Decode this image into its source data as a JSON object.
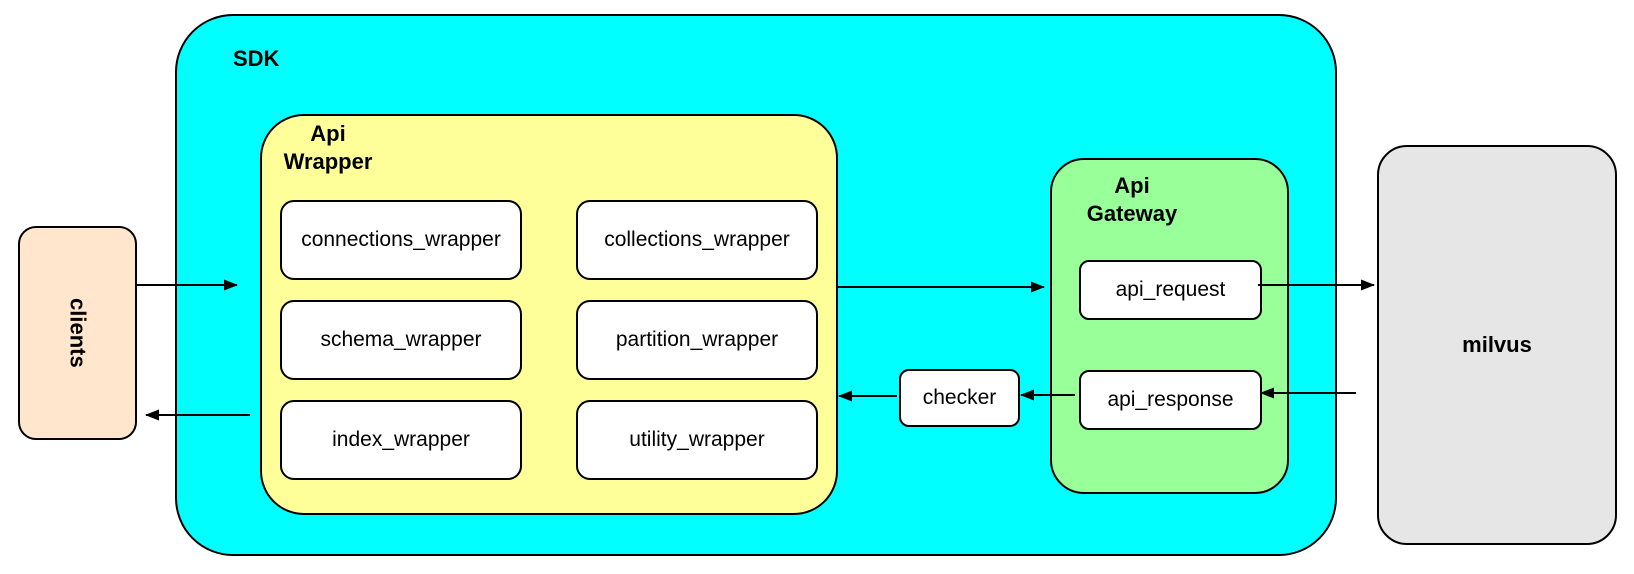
{
  "colors": {
    "canvas-bg": "#ffffff",
    "node-border": "#000000",
    "text": "#000000",
    "clients-fill": "#ffe6cc",
    "sdk-fill": "#00ffff",
    "wrapper-fill": "#ffff99",
    "gateway-fill": "#99ff99",
    "milvus-fill": "#e6e6e6",
    "module-fill": "#ffffff"
  },
  "nodes": {
    "clients": {
      "label": "clients"
    },
    "sdk": {
      "label": "SDK"
    },
    "api_wrapper": {
      "label_line1": "Api",
      "label_line2": "Wrapper",
      "modules": [
        "connections_wrapper",
        "collections_wrapper",
        "schema_wrapper",
        "partition_wrapper",
        "index_wrapper",
        "utility_wrapper"
      ]
    },
    "checker": {
      "label": "checker"
    },
    "api_gateway": {
      "label_line1": "Api",
      "label_line2": "Gateway",
      "modules": [
        "api_request",
        "api_response"
      ]
    },
    "milvus": {
      "label": "milvus"
    }
  },
  "edges": [
    {
      "from": "clients",
      "to": "sdk"
    },
    {
      "from": "api_wrapper",
      "to": "api_request"
    },
    {
      "from": "api_request",
      "to": "milvus"
    },
    {
      "from": "milvus",
      "to": "api_response"
    },
    {
      "from": "api_response",
      "to": "checker"
    },
    {
      "from": "checker",
      "to": "api_wrapper"
    },
    {
      "from": "sdk",
      "to": "clients"
    }
  ]
}
